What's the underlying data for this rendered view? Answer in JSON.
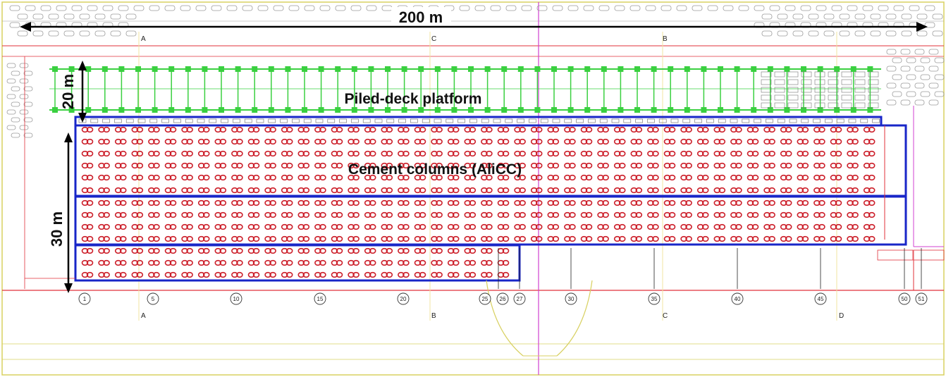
{
  "dimensions": {
    "width_label": "200 m",
    "deck_depth_label": "20 m",
    "column_depth_label": "30 m"
  },
  "zones": {
    "deck_label": "Piled-deck platform",
    "columns_label": "Cement columns (AliCC)"
  },
  "axes": {
    "bottom_numbers": [
      "1",
      "5",
      "10",
      "15",
      "20",
      "25",
      "26",
      "27",
      "30",
      "35",
      "40",
      "45",
      "50",
      "51"
    ],
    "section_letters_top": [
      "A",
      "B",
      "C"
    ],
    "section_letters_bottom": [
      "A",
      "B",
      "C",
      "D"
    ]
  },
  "colors": {
    "frame": "#d8d060",
    "red_line": "#e0303a",
    "pile_green": "#3ad040",
    "column_red": "#cc1f2a",
    "zone_blue": "#1826c8",
    "center_magenta": "#d040d0",
    "pale_yellow": "#f0e6a0"
  }
}
